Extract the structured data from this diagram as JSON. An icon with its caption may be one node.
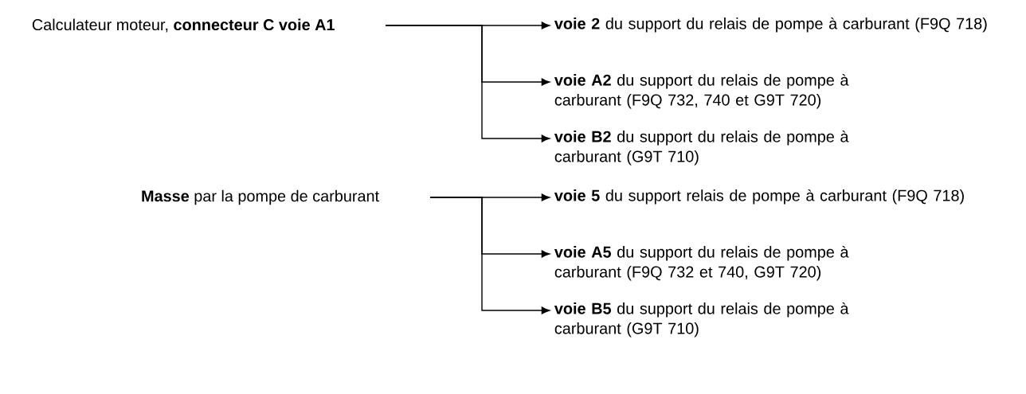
{
  "diagram": {
    "nodes": [
      {
        "text": [
          "Calculateur moteur, **connecteur C voie A1**"
        ]
      },
      {
        "text": [
          "**voie 2** du support du relais de pompe à carburant (F9Q 718)"
        ]
      },
      {
        "text": [
          "**voie A2** du support du relais de pompe à carburant (F9Q 732, 740 et G9T 720)"
        ]
      },
      {
        "text": [
          "**voie B2** du support du relais de pompe à carburant (G9T 710)"
        ]
      },
      {
        "text": [
          "**Masse** par la pompe de carburant"
        ]
      },
      {
        "text": [
          "**voie 5** du support relais de pompe à carburant (F9Q 718)"
        ]
      },
      {
        "text": [
          "**voie A5** du support du relais de pompe à carburant (F9Q 732 et 740, G9T 720)"
        ]
      },
      {
        "text": [
          "**voie B5** du support du relais de pompe à carburant (G9T 710)"
        ]
      }
    ],
    "edges": [
      {
        "from": 0,
        "to": 1,
        "arrow": "to"
      },
      {
        "from": 0,
        "to": 2,
        "arrow": "to"
      },
      {
        "from": 0,
        "to": 3,
        "arrow": "to"
      },
      {
        "from": 4,
        "to": 5,
        "arrow": "to"
      },
      {
        "from": 4,
        "to": 6,
        "arrow": "to"
      },
      {
        "from": 4,
        "to": 7,
        "arrow": "to"
      }
    ]
  }
}
